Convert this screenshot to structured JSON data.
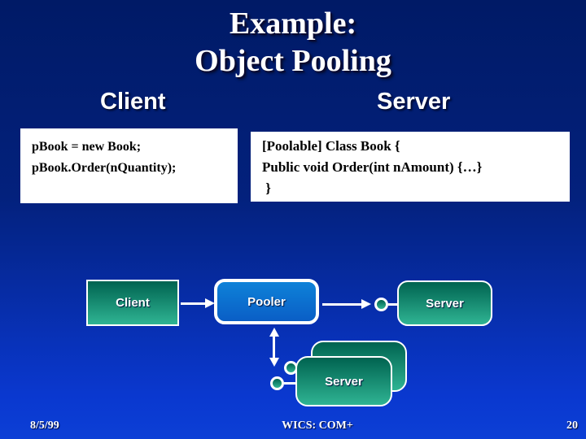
{
  "slide": {
    "title_line1": "Example:",
    "title_line2": "Object Pooling",
    "headers": {
      "client": "Client",
      "server": "Server"
    },
    "client_code": [
      "pBook = new Book;",
      "pBook.Order(nQuantity);"
    ],
    "server_code": [
      "[Poolable] Class Book {",
      "Public void Order(int nAmount) {…}",
      " }"
    ],
    "diagram": {
      "client_label": "Client",
      "pooler_label": "Pooler",
      "server_label": "Server",
      "server_stack_label": "Server"
    },
    "footer": {
      "date": "8/5/99",
      "center": "WICS: COM+",
      "page": "20"
    },
    "colors": {
      "bg_top": "#001a66",
      "bg_bottom": "#0c3fd6",
      "green_dark": "#006350",
      "green_light": "#2fb493",
      "pooler_blue_top": "#0e82d8",
      "pooler_blue_bottom": "#0a5ec6",
      "code_bg": "#ffffff",
      "code_text": "#000000"
    }
  }
}
